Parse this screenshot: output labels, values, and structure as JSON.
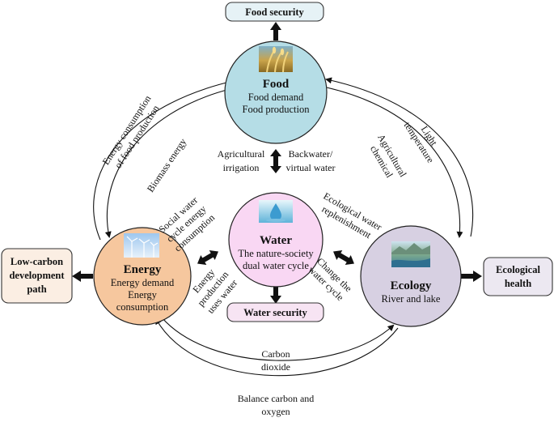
{
  "outcomes": {
    "food_security": "Food security",
    "water_security": "Water security",
    "low_carbon": [
      "Low-carbon",
      "development",
      "path"
    ],
    "eco_health": [
      "Ecological",
      "health"
    ]
  },
  "nodes": {
    "food": {
      "title": "Food",
      "lines": [
        "Food demand",
        "Food production"
      ]
    },
    "water": {
      "title": "Water",
      "lines": [
        "The nature-society",
        "dual water cycle"
      ]
    },
    "energy": {
      "title": "Energy",
      "lines": [
        "Energy demand",
        "Energy",
        "consumption"
      ]
    },
    "ecology": {
      "title": "Ecology",
      "lines": [
        "River and lake"
      ]
    }
  },
  "flows": {
    "energy_food_outer": [
      "Energy consumption",
      "of food production"
    ],
    "biomass": "Biomass energy",
    "light_temp": [
      "Light",
      "temperature"
    ],
    "agri_chem": [
      "Agricultural",
      "chemical"
    ],
    "agri_irrig": [
      "Agricultural",
      "irrigation"
    ],
    "backwater": [
      "Backwater/",
      "virtual water"
    ],
    "social_water": [
      "Social water",
      "cycle energy",
      "consumption"
    ],
    "energy_uses_water": [
      "Energy",
      "production",
      "uses water"
    ],
    "eco_replenish": [
      "Ecological water",
      "replenishment"
    ],
    "change_cycle": [
      "Change the",
      "water cycle"
    ],
    "co2": [
      "Carbon",
      "dioxide"
    ],
    "balance": [
      "Balance carbon and",
      "oxygen"
    ]
  },
  "colors": {
    "food": "#b5dde6",
    "water": "#f9d7f3",
    "energy": "#f6c79e",
    "ecology": "#d7d0e2",
    "box_top": "#e6f2f6",
    "box_water": "#f7e4f3",
    "box_left": "#fbeee3",
    "box_right": "#ece8f1"
  },
  "icons": {
    "food": "wheat-photo-icon",
    "water": "water-drop-photo-icon",
    "energy": "wind-turbine-photo-icon",
    "ecology": "river-landscape-photo-icon"
  }
}
